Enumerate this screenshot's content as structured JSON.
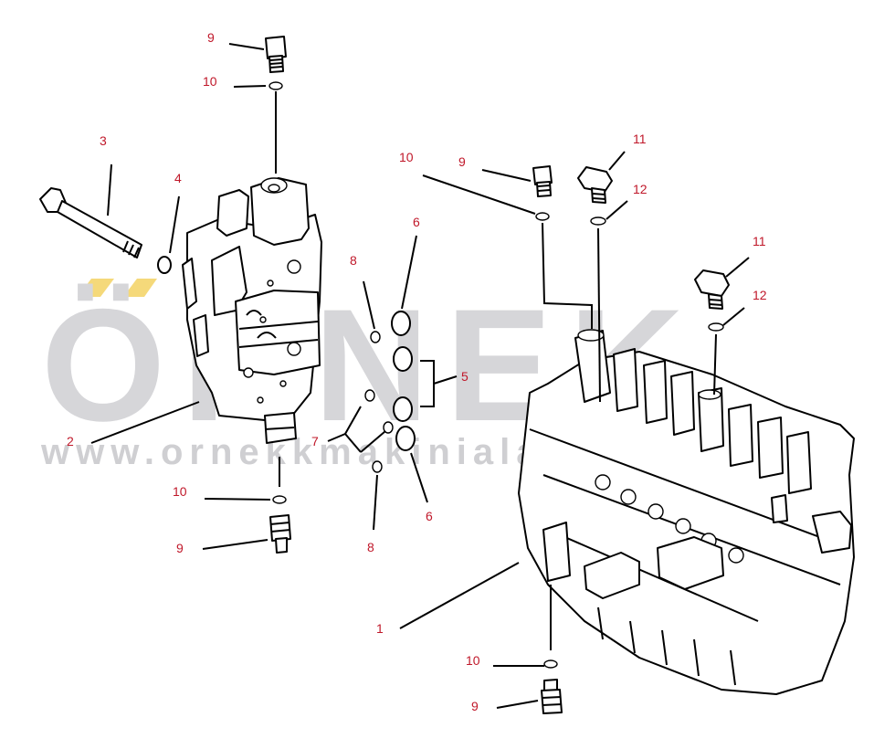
{
  "watermark": {
    "brand": "ÖRNEK",
    "url": "www.ornekkmakinialan.com.tr",
    "accent_color": "#f5d97a",
    "text_color": "#d6d6d9"
  },
  "callouts": {
    "c1": "1",
    "c2": "2",
    "c3": "3",
    "c4": "4",
    "c5": "5",
    "c6a": "6",
    "c6b": "6",
    "c7": "7",
    "c8a": "8",
    "c8b": "8",
    "c9a": "9",
    "c9b": "9",
    "c9c": "9",
    "c9d": "9",
    "c10a": "10",
    "c10b": "10",
    "c10c": "10",
    "c10d": "10",
    "c11a": "11",
    "c11b": "11",
    "c12a": "12",
    "c12b": "12"
  },
  "colors": {
    "label": "#c0182a",
    "line": "#000000"
  }
}
